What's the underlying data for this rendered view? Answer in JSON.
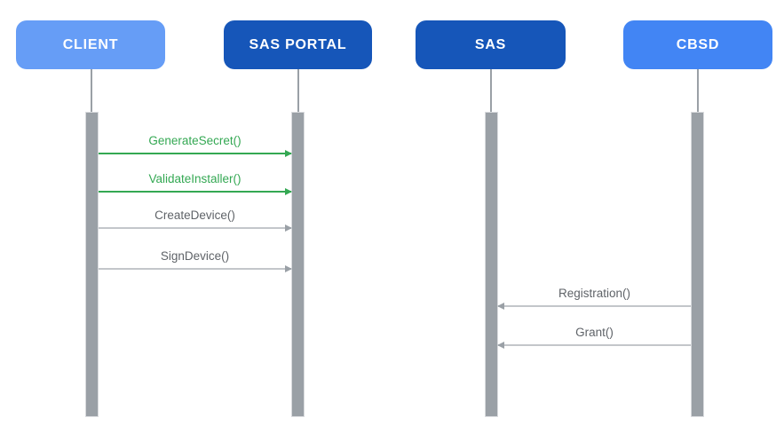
{
  "diagram": {
    "type": "sequence-diagram",
    "actors": [
      {
        "label": "CLIENT",
        "color": "#669DF6"
      },
      {
        "label": "SAS PORTAL",
        "color": "#1656B9"
      },
      {
        "label": "SAS",
        "color": "#1656B9"
      },
      {
        "label": "CBSD",
        "color": "#4285F4"
      }
    ],
    "messages": [
      {
        "label": "GenerateSecret()",
        "from": "CLIENT",
        "to": "SAS PORTAL",
        "direction": "right",
        "emphasis": "green"
      },
      {
        "label": "ValidateInstaller()",
        "from": "CLIENT",
        "to": "SAS PORTAL",
        "direction": "right",
        "emphasis": "green"
      },
      {
        "label": "CreateDevice()",
        "from": "CLIENT",
        "to": "SAS PORTAL",
        "direction": "right",
        "emphasis": "gray"
      },
      {
        "label": "SignDevice()",
        "from": "CLIENT",
        "to": "SAS PORTAL",
        "direction": "right",
        "emphasis": "gray"
      },
      {
        "label": "Registration()",
        "from": "CBSD",
        "to": "SAS",
        "direction": "left",
        "emphasis": "gray"
      },
      {
        "label": "Grant()",
        "from": "CBSD",
        "to": "SAS",
        "direction": "left",
        "emphasis": "gray"
      }
    ]
  },
  "colors": {
    "client_blue": "#669DF6",
    "dark_blue": "#1656B9",
    "cbsd_blue": "#4285F4",
    "green": "#34A853",
    "bar_gray": "#9AA0A6",
    "stem_gray": "#9AA0A6",
    "line_gray": "#C3C6CA",
    "head_gray": "#9AA0A6",
    "text_gray": "#5F6368"
  }
}
